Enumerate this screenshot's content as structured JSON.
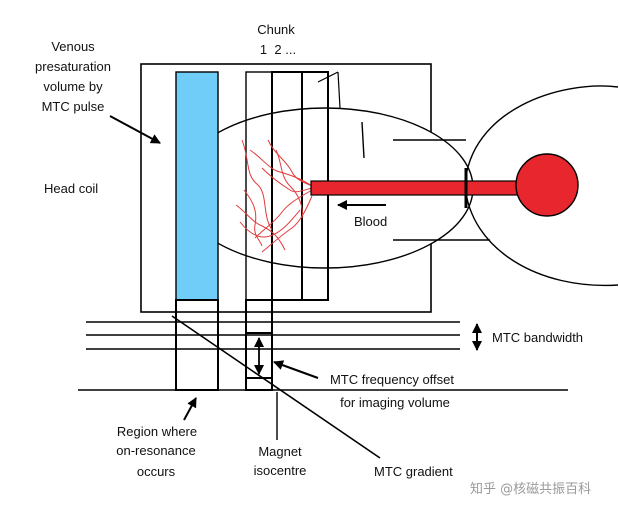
{
  "labels": {
    "chunk_title": "Chunk",
    "chunk_numbers": "1  2 ...",
    "venous_line1": "Venous",
    "venous_line2": "presaturation",
    "venous_line3": "volume by",
    "venous_line4": "MTC pulse",
    "head_coil": "Head coil",
    "blood": "Blood",
    "mtc_bandwidth": "MTC bandwidth",
    "mtc_freq_offset_line1": "MTC frequency offset",
    "mtc_freq_offset_line2": "for imaging volume",
    "region_line1": "Region where",
    "region_line2": "on-resonance",
    "region_line3": "occurs",
    "magnet_line1": "Magnet",
    "magnet_line2": "isocentre",
    "mtc_gradient": "MTC gradient",
    "watermark": "知乎 @核磁共振百科"
  },
  "colors": {
    "presat_fill": "#6fcdf7",
    "vessel_red": "#e8262d",
    "capillary_red": "#e23b3b",
    "stroke": "#000000"
  }
}
